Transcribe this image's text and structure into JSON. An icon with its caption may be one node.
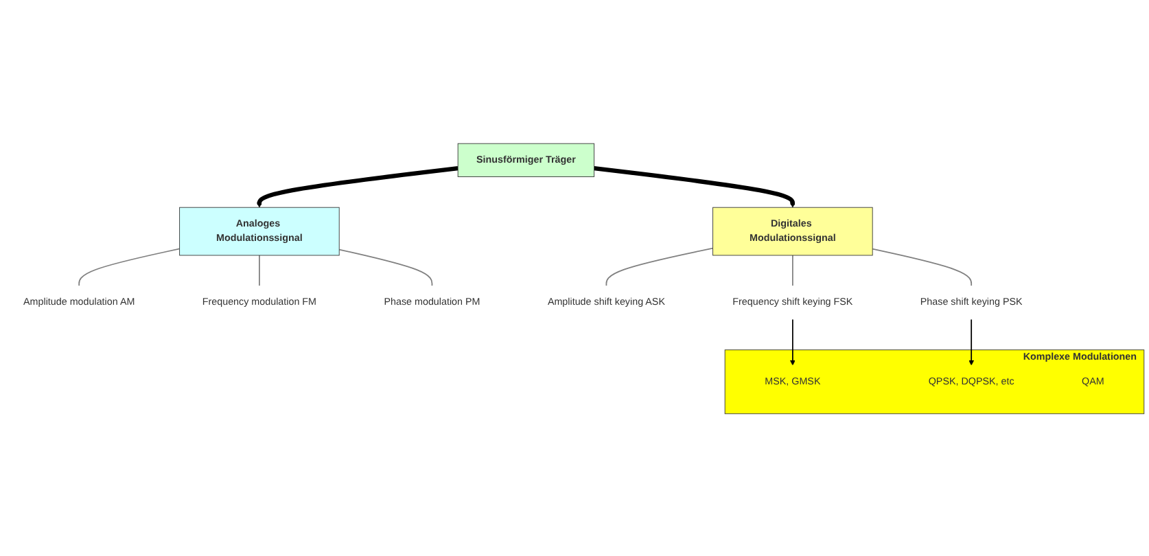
{
  "diagram": {
    "nodes": [
      {
        "text": [
          "Sinusförmiger Träger"
        ]
      },
      {
        "text": [
          "Analoges Modulationssignal"
        ]
      },
      {
        "text": [
          "Amplitude modulation AM"
        ]
      },
      {
        "text": [
          "Frequency modulation FM"
        ]
      },
      {
        "text": [
          "Phase modulation PM"
        ]
      },
      {
        "text": [
          "Digitales Modulationssignal"
        ]
      },
      {
        "text": [
          "Amplitude shift keying ASK"
        ]
      },
      {
        "text": [
          "Frequency shift keying FSK"
        ]
      },
      {
        "text": [
          "Phase shift keying PSK"
        ]
      },
      {
        "text": [
          "Komplexe Modulationen"
        ]
      },
      {
        "text": [
          "MSK, GMSK"
        ],
        "in": 9
      },
      {
        "text": [
          "QPSK, DQPSK, etc"
        ],
        "in": 9
      },
      {
        "text": [
          "QAM"
        ],
        "in": 9
      }
    ],
    "edges": [
      {
        "from": 0,
        "to": 1,
        "arrow": "to",
        "style": "thick",
        "color": "#000000"
      },
      {
        "from": 0,
        "to": 5,
        "arrow": "to",
        "style": "thick",
        "color": "#000000"
      },
      {
        "from": 1,
        "to": 2,
        "arrow": "none"
      },
      {
        "from": 1,
        "to": 3,
        "arrow": "none"
      },
      {
        "from": 1,
        "to": 4,
        "arrow": "none"
      },
      {
        "from": 5,
        "to": 6,
        "arrow": "none"
      },
      {
        "from": 5,
        "to": 7,
        "arrow": "none"
      },
      {
        "from": 5,
        "to": 8,
        "arrow": "none"
      },
      {
        "from": 7,
        "to": 10,
        "arrow": "to",
        "color": "#000000"
      },
      {
        "from": 8,
        "to": 11,
        "arrow": "to",
        "color": "#000000"
      }
    ]
  }
}
